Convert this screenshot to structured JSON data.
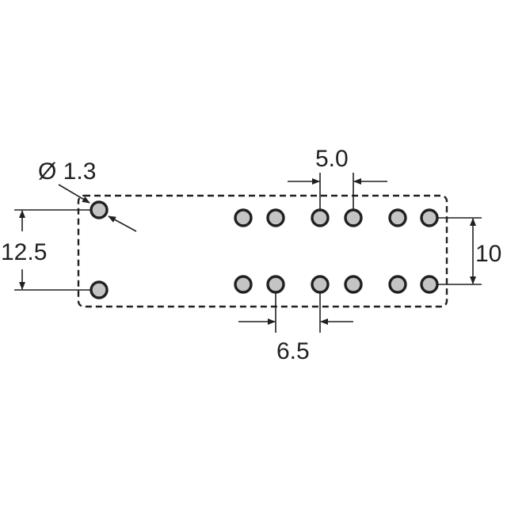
{
  "diagram": {
    "labels": {
      "hole_diameter": "Ø 1.3",
      "pin_pitch": "5.0",
      "row_spacing": "10",
      "group_offset": "6.5",
      "outer_spacing": "12.5"
    },
    "colors": {
      "ink": "#231f20",
      "pin_fill": "#c4c4c4",
      "background": "#ffffff"
    },
    "pin_count": 14
  }
}
